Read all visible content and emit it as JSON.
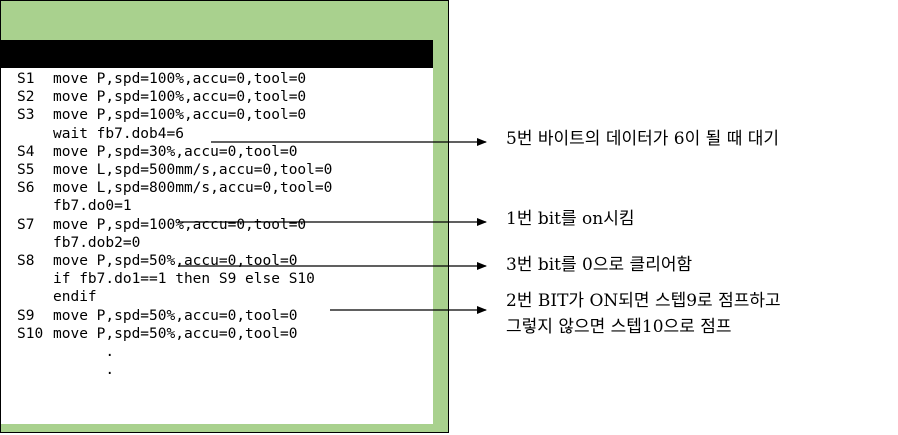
{
  "code_lines": [
    {
      "step": "S1",
      "text": "move P,spd=100%,accu=0,tool=0"
    },
    {
      "step": "S2",
      "text": "move P,spd=100%,accu=0,tool=0"
    },
    {
      "step": "S3",
      "text": "move P,spd=100%,accu=0,tool=0"
    },
    {
      "step": "",
      "text": "wait fb7.dob4=6"
    },
    {
      "step": "S4",
      "text": "move P,spd=30%,accu=0,tool=0"
    },
    {
      "step": "S5",
      "text": "move L,spd=500mm/s,accu=0,tool=0"
    },
    {
      "step": "S6",
      "text": "move L,spd=800mm/s,accu=0,tool=0"
    },
    {
      "step": "",
      "text": "fb7.do0=1"
    },
    {
      "step": "S7",
      "text": "move P,spd=100%,accu=0,tool=0"
    },
    {
      "step": "",
      "text": "fb7.dob2=0"
    },
    {
      "step": "S8",
      "text": "move P,spd=50%,accu=0,tool=0"
    },
    {
      "step": "",
      "text": "if fb7.do1==1 then S9 else S10"
    },
    {
      "step": "",
      "text": "endif"
    },
    {
      "step": "S9",
      "text": "move P,spd=50%,accu=0,tool=0"
    },
    {
      "step": "S10",
      "text": "move P,spd=50%,accu=0,tool=0"
    },
    {
      "step": "",
      "text": "      ."
    },
    {
      "step": "",
      "text": "      ."
    }
  ],
  "annotations": {
    "wait": "5번 바이트의 데이터가 6이 될 때 대기",
    "do0": "1번 bit를 on시킴",
    "dob2": "3번 bit를 0으로 클리어함",
    "if_line1": "2번 BIT가 ON되면 스텝9로 점프하고",
    "if_line2": "그렇지 않으면 스텝10으로 점프"
  },
  "colors": {
    "frame_fill": "#a9d18e",
    "bar": "#000000",
    "code_bg": "#ffffff"
  }
}
